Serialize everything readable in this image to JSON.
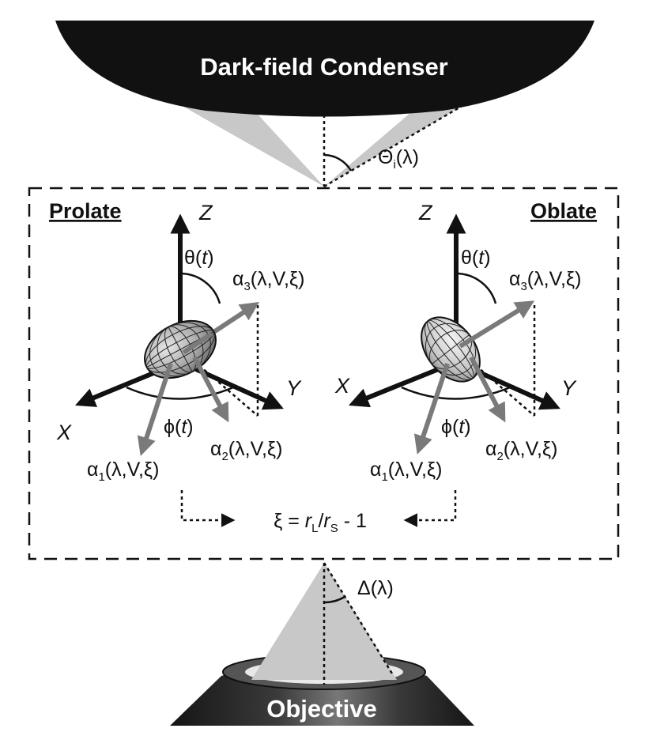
{
  "condenser": {
    "label": "Dark-field Condenser"
  },
  "objective": {
    "label": "Objective"
  },
  "angles": {
    "incidence": {
      "sym": "Θ",
      "sub": "i",
      "arg": "(λ)"
    },
    "collection": {
      "text": "Δ(λ)"
    }
  },
  "panels": {
    "prolate": {
      "title": "Prolate",
      "z": "Z",
      "x": "X",
      "y": "Y",
      "theta": {
        "sym": "θ(",
        "var": "t",
        "close": ")"
      },
      "phi": {
        "sym": "ϕ(",
        "var": "t",
        "close": ")"
      },
      "a1": {
        "sym": "α",
        "sub": "1",
        "args": "(λ,V,ξ)"
      },
      "a2": {
        "sym": "α",
        "sub": "2",
        "args": "(λ,V,ξ)"
      },
      "a3": {
        "sym": "α",
        "sub": "3",
        "args": "(λ,V,ξ)"
      }
    },
    "oblate": {
      "title": "Oblate",
      "z": "Z",
      "x": "X",
      "y": "Y",
      "theta": {
        "sym": "θ(",
        "var": "t",
        "close": ")"
      },
      "phi": {
        "sym": "ϕ(",
        "var": "t",
        "close": ")"
      },
      "a1": {
        "sym": "α",
        "sub": "1",
        "args": "(λ,V,ξ)"
      },
      "a2": {
        "sym": "α",
        "sub": "2",
        "args": "(λ,V,ξ)"
      },
      "a3": {
        "sym": "α",
        "sub": "3",
        "args": "(λ,V,ξ)"
      }
    }
  },
  "equation": {
    "lhs": "ξ = ",
    "r1": "r",
    "r1sub": "L",
    "slash": "/",
    "r2": "r",
    "r2sub": "S",
    "tail": " - 1"
  },
  "colors": {
    "dark": "#111111",
    "beam": "#c8c8c8",
    "arrow_gray": "#7a7a7a",
    "ellipsoid": "#a9a9a9"
  }
}
